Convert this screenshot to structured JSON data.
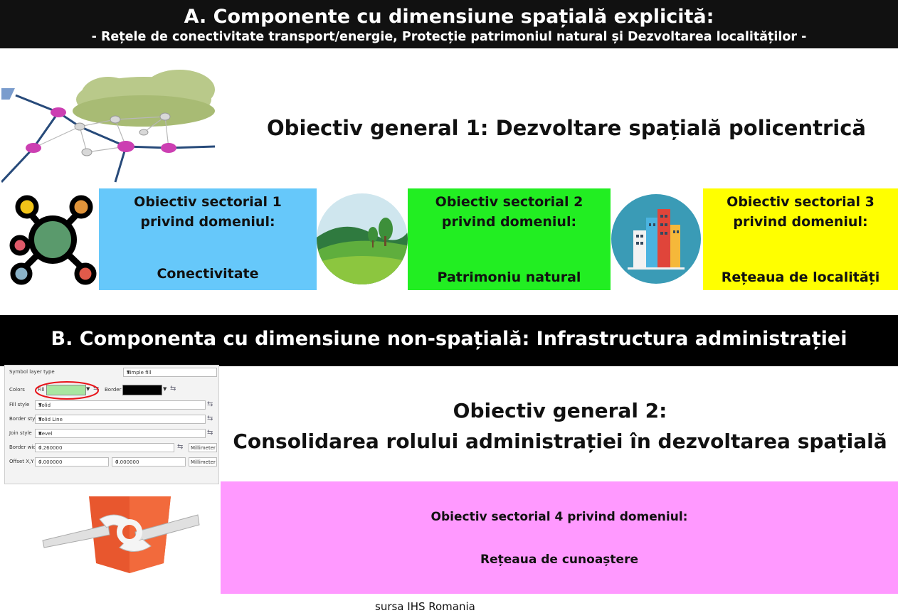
{
  "section_a": {
    "title": "A. Componente cu dimensiune spațială explicită:",
    "subtitle": "- Rețele de conectivitate transport/energie, Protecție patrimoniul natural și Dezvoltarea localităților -"
  },
  "objective_general_1": "Obiectiv general 1: Dezvoltare spațială policentrică",
  "sectorial": [
    {
      "line1": "Obiectiv sectorial 1",
      "line2": "privind domeniul:",
      "domain": "Conectivitate",
      "color": "#66c8fa"
    },
    {
      "line1": "Obiectiv sectorial 2",
      "line2": "privind domeniul:",
      "domain": "Patrimoniu natural",
      "color": "#22ee22"
    },
    {
      "line1": "Obiectiv sectorial 3",
      "line2": "privind domeniul:",
      "domain": "Rețeaua de localități",
      "color": "#ffff00"
    }
  ],
  "section_b": {
    "title": "B. Componenta cu dimensiune non-spațială: Infrastructura administrației"
  },
  "objective_general_2": {
    "line1": "Obiectiv general 2:",
    "line2": "Consolidarea rolului administrației în dezvoltarea spațială"
  },
  "sectorial_4": {
    "line1": "Obiectiv sectorial 4 privind domeniul:",
    "line2": "Rețeaua de cunoaștere",
    "color": "#ff99ff"
  },
  "qgis_panel": {
    "symbol_layer_type_label": "Symbol layer type",
    "symbol_layer_type_value": "Simple fill",
    "colors_label": "Colors",
    "fill_label": "Fill",
    "border_label": "Border",
    "fill_style_label": "Fill style",
    "fill_style_value": "Solid",
    "border_style_label": "Border style",
    "border_style_value": "Solid Line",
    "join_style_label": "Join style",
    "join_style_value": "Bevel",
    "border_width_label": "Border width",
    "border_width_value": "0.260000",
    "border_width_unit": "Millimeter",
    "offset_label": "Offset X,Y",
    "offset_x": "0.000000",
    "offset_y": "0.000000",
    "offset_unit": "Millimeter",
    "fill_color": "#a8e6a1"
  },
  "source": "sursa IHS Romania"
}
